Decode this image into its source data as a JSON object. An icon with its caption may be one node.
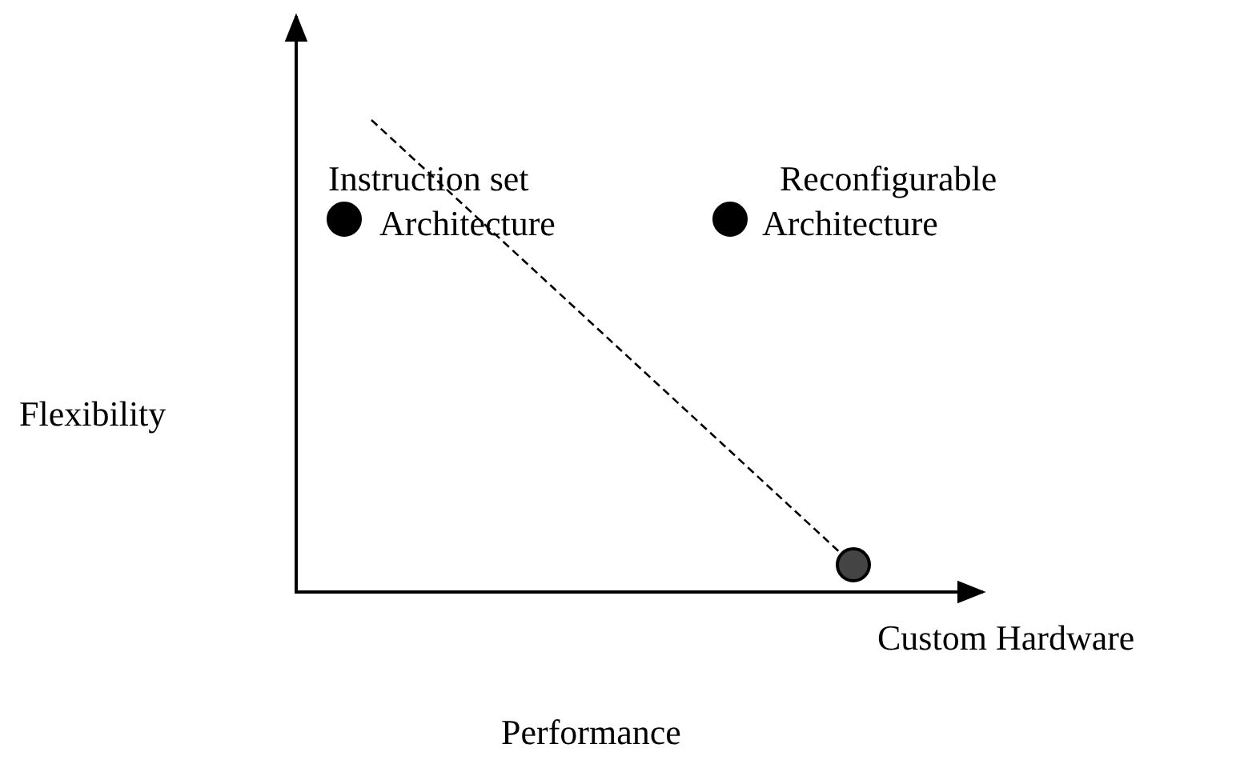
{
  "diagram": {
    "nodes": [
      {
        "text": [],
        "shape": "circle",
        "beside": [
          "Instruction set Architecture"
        ]
      },
      {
        "text": [],
        "shape": "circle",
        "beside": [
          "Reconfigurable Architecture"
        ]
      },
      {
        "text": [],
        "shape": "circle",
        "beside": [
          "Custom Hardware"
        ]
      }
    ],
    "edges": [
      {
        "from": null,
        "to": 2,
        "arrow": "none",
        "style": "dashed"
      }
    ],
    "labels": [
      "Flexibility",
      "Performance"
    ]
  }
}
